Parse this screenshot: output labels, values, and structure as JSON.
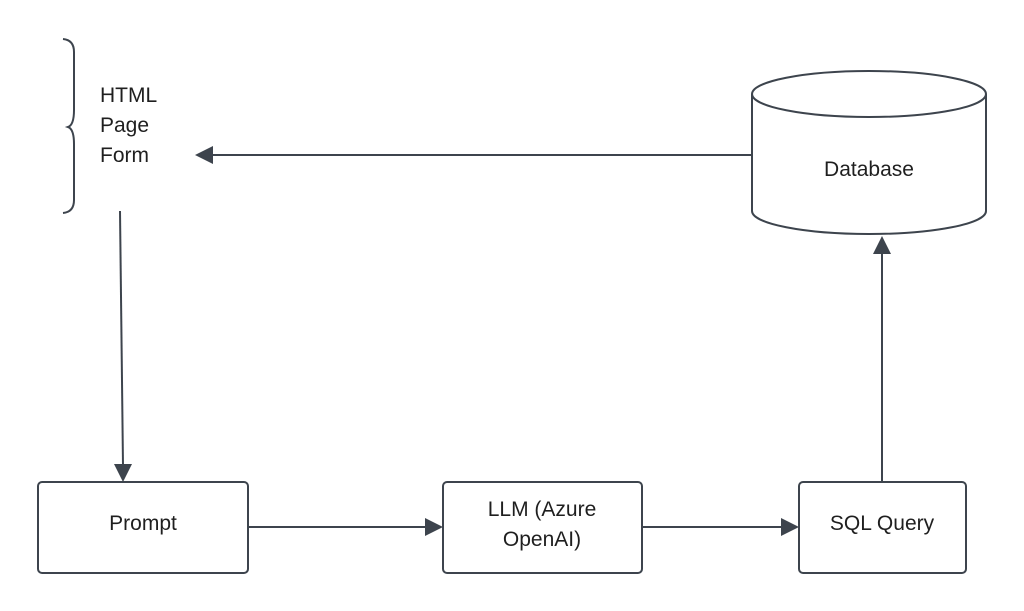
{
  "nodes": {
    "form": {
      "lines": [
        "HTML",
        "Page",
        "Form"
      ]
    },
    "database": {
      "label": "Database"
    },
    "prompt": {
      "label": "Prompt"
    },
    "llm": {
      "lines": [
        "LLM (Azure",
        "OpenAI)"
      ]
    },
    "sql": {
      "label": "SQL Query"
    }
  },
  "colors": {
    "stroke": "#3d444d",
    "text": "#1f1f1f",
    "background": "#ffffff"
  }
}
